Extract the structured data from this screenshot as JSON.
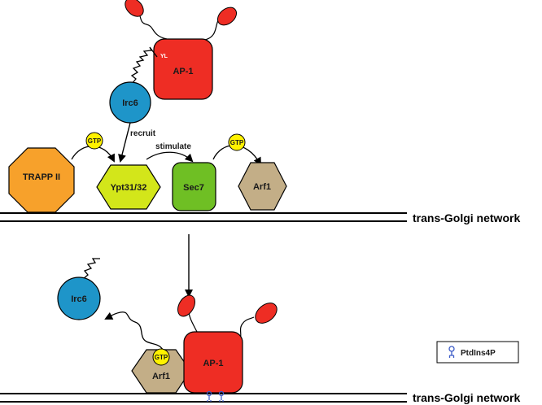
{
  "colors": {
    "trapp": "#F7A12B",
    "ypt": "#D3E61A",
    "sec7": "#6FBF24",
    "arf1": "#C3AE87",
    "ap1": "#EE2D24",
    "irc6": "#1E95C9",
    "gtp": "#FFF200",
    "ear": "#EE2D24",
    "pi4p": "#3B5BC7"
  },
  "top": {
    "trapp_label": "TRAPP II",
    "ypt_label": "Ypt31/32",
    "sec7_label": "Sec7",
    "arf1_label": "Arf1",
    "ap1_label": "AP-1",
    "yl_label": "YL",
    "irc6_label": "Irc6",
    "gtp_label_1": "GTP",
    "gtp_label_2": "GTP",
    "recruit_label": "recruit",
    "stimulate_label": "stimulate",
    "membrane_label": "trans-Golgi network"
  },
  "bottom": {
    "irc6_label": "Irc6",
    "arf1_label": "Arf1",
    "gtp_label": "GTP",
    "ap1_label": "AP-1",
    "membrane_label": "trans-Golgi network"
  },
  "legend": {
    "icon": "ptdins4p-icon",
    "label": "PtdIns4P"
  }
}
